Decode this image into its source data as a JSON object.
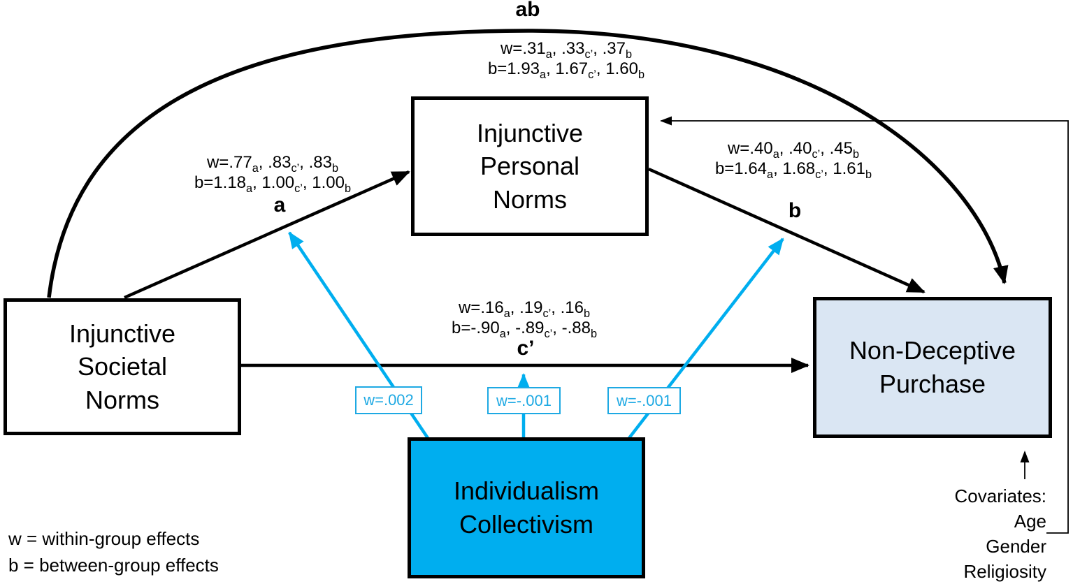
{
  "figure": {
    "type": "path-diagram",
    "description": "Multilevel mediation model: injunctive societal norms to non-deceptive purchase via injunctive personal norms, moderated by individualism-collectivism"
  },
  "colors": {
    "black": "#000000",
    "cyan_accent": "#00aeef",
    "cyan_label": "#1ea9e3",
    "purchase_fill": "#dae6f3",
    "background": "#ffffff"
  },
  "nodes": {
    "societal": {
      "label": "Injunctive\nSocietal\nNorms"
    },
    "personal": {
      "label": "Injunctive\nPersonal\nNorms"
    },
    "purchase": {
      "label": "Non-Deceptive\nPurchase"
    },
    "individualism": {
      "label": "Individualism\nCollectivism"
    }
  },
  "paths": {
    "ab": {
      "letter": "ab",
      "w": [
        {
          "t": "w=.31"
        },
        {
          "s": "a"
        },
        {
          "t": ", .33"
        },
        {
          "s": "c’"
        },
        {
          "t": ", .37"
        },
        {
          "s": "b"
        }
      ],
      "b": [
        {
          "t": "b=1.93"
        },
        {
          "s": "a"
        },
        {
          "t": ", 1.67"
        },
        {
          "s": "c’"
        },
        {
          "t": ", 1.60"
        },
        {
          "s": "b"
        }
      ]
    },
    "a": {
      "letter": "a",
      "w": [
        {
          "t": "w=.77"
        },
        {
          "s": "a"
        },
        {
          "t": ", .83"
        },
        {
          "s": "c’"
        },
        {
          "t": ", .83"
        },
        {
          "s": "b"
        }
      ],
      "b": [
        {
          "t": "b=1.18"
        },
        {
          "s": "a"
        },
        {
          "t": ", 1.00"
        },
        {
          "s": "c’"
        },
        {
          "t": ", 1.00"
        },
        {
          "s": "b"
        }
      ]
    },
    "b": {
      "letter": "b",
      "w": [
        {
          "t": "w=.40"
        },
        {
          "s": "a"
        },
        {
          "t": ", .40"
        },
        {
          "s": "c’"
        },
        {
          "t": ", .45"
        },
        {
          "s": "b"
        }
      ],
      "b": [
        {
          "t": "b=1.64"
        },
        {
          "s": "a"
        },
        {
          "t": ", 1.68"
        },
        {
          "s": "c’"
        },
        {
          "t": ", 1.61"
        },
        {
          "s": "b"
        }
      ]
    },
    "c": {
      "letter": "c’",
      "w": [
        {
          "t": "w=.16"
        },
        {
          "s": "a"
        },
        {
          "t": ", .19"
        },
        {
          "s": "c’"
        },
        {
          "t": ", .16"
        },
        {
          "s": "b"
        }
      ],
      "b": [
        {
          "t": "b=-.90"
        },
        {
          "s": "a"
        },
        {
          "t": ", -.89"
        },
        {
          "s": "c’"
        },
        {
          "t": ", -.88"
        },
        {
          "s": "b"
        }
      ]
    }
  },
  "moderators": {
    "on_a": "w=.002",
    "on_c": "w=-.001",
    "on_b": "w=-.001"
  },
  "legend": {
    "within": "w = within-group effects",
    "between": "b = between-group effects"
  },
  "covariates": {
    "title": "Covariates:",
    "items": [
      "Age",
      "Gender",
      "Religiosity"
    ]
  }
}
